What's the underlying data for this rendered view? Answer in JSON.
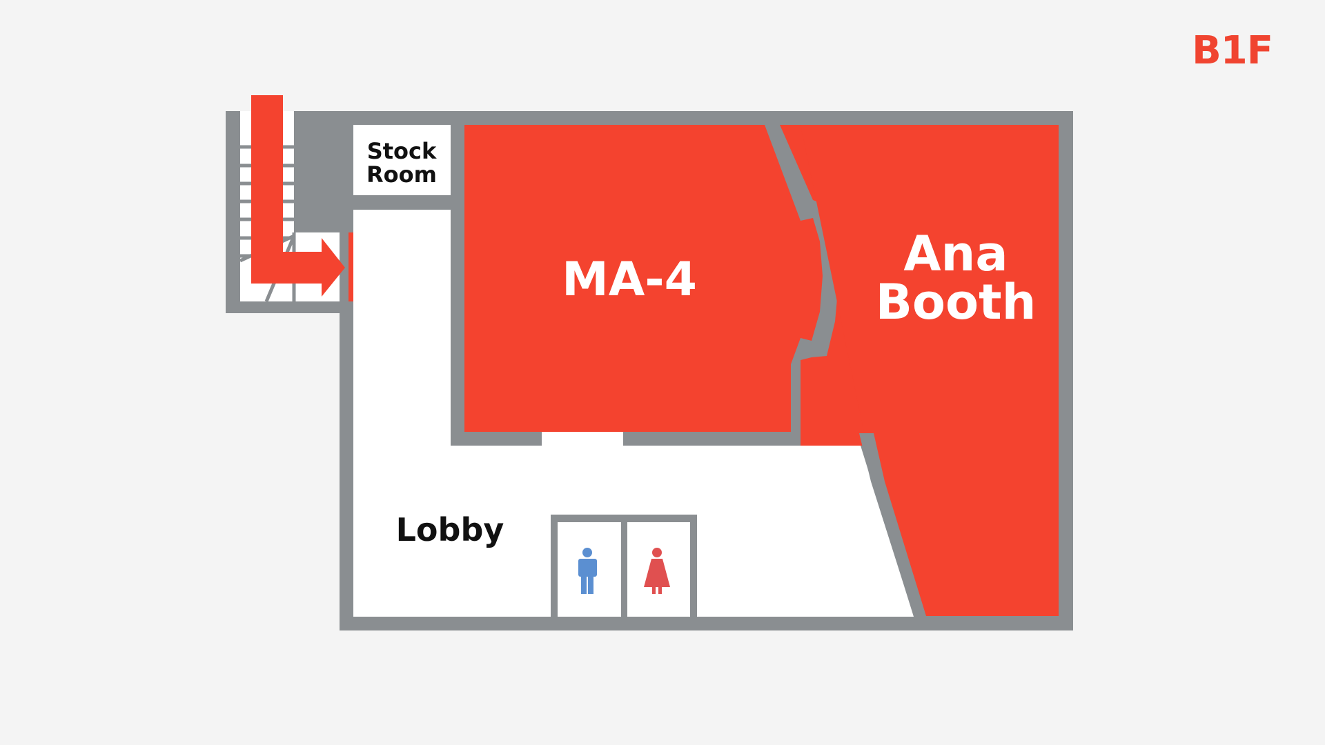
{
  "floor": {
    "label": "B1F"
  },
  "rooms": {
    "stock_room": {
      "line1": "Stock",
      "line2": "Room"
    },
    "ma4": {
      "label": "MA-4"
    },
    "ana_booth": {
      "line1": "Ana",
      "line2": "Booth"
    },
    "lobby": {
      "label": "Lobby"
    }
  },
  "icons": {
    "mens_restroom": "man-icon",
    "womens_restroom": "woman-icon",
    "entrance_arrow": "entrance-arrow-icon",
    "stairs": "stairs-icon"
  },
  "colors": {
    "room_fill": "#f4432f",
    "wall": "#8a8e91",
    "floor": "#ffffff",
    "background": "#f4f4f4",
    "mens_icon": "#5b8fd1",
    "womens_icon": "#e05050",
    "label_dark": "#111111",
    "label_light": "#ffffff"
  }
}
